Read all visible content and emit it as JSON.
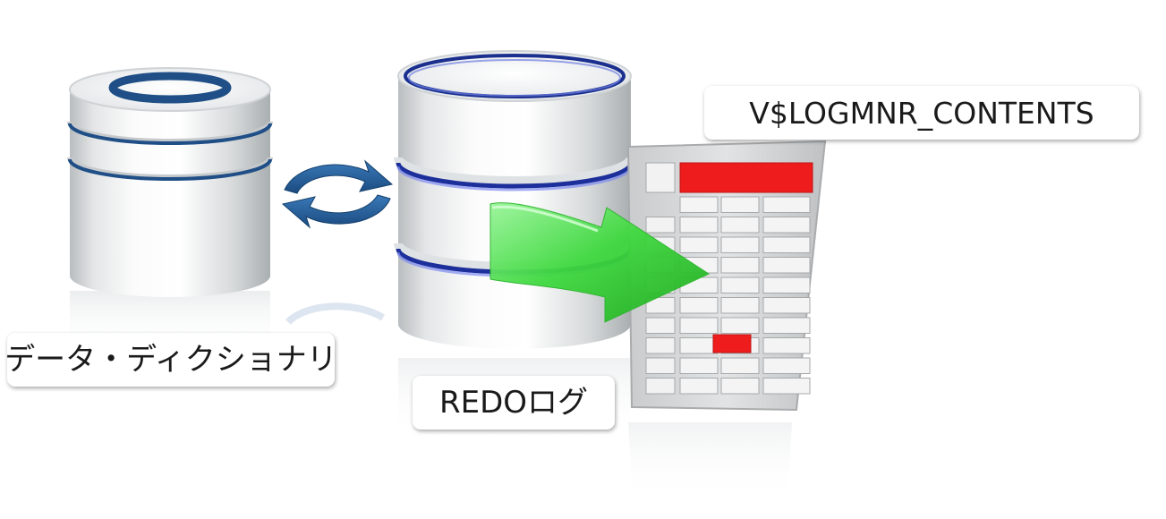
{
  "labels": {
    "dictionary": "データ・ディクショナリ",
    "redo_log": "REDOログ",
    "view": "V$LOGMNR_CONTENTS"
  },
  "icons": {
    "dictionary_db": "database-icon",
    "sync": "sync-arrows-icon",
    "redo_db": "database-icon",
    "extract": "green-arrow-icon",
    "table": "table-sheet-icon"
  },
  "colors": {
    "ring_blue": "#1f4f86",
    "arrow_green": "#33cc33",
    "highlight_red": "#ee1c1c",
    "sheet_gray": "#d8d8d8"
  }
}
